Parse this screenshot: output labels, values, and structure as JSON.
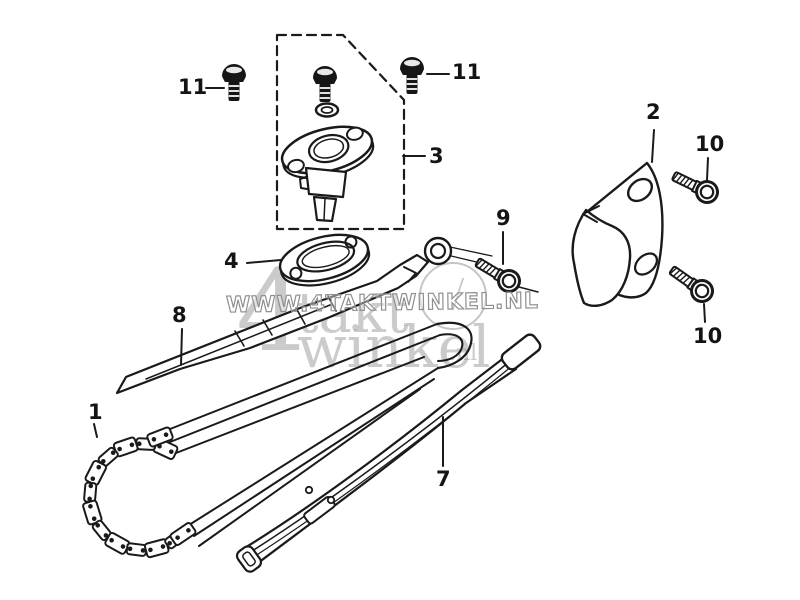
{
  "diagram": {
    "watermark": {
      "url_text": "WWW.4TAKTWINKEL.NL",
      "ghost_digit": "4",
      "ghost_word_1": "takt",
      "ghost_word_2": "winkel",
      "ghost_suffix": ".nl"
    },
    "part_labels": {
      "chain": "1",
      "bracket": "2",
      "tensioner": "3",
      "gasket": "4",
      "guide_7": "7",
      "guide_8": "8",
      "bolt_9": "9",
      "bolt_10_upper": "10",
      "bolt_10_lower": "10",
      "bolt_11_left": "11",
      "bolt_11_right": "11"
    },
    "colors": {
      "line": "#1a1a1a",
      "background": "#ffffff",
      "watermark_outline": "#8f8f8f",
      "watermark_ghost": "#aaaaaa"
    }
  }
}
